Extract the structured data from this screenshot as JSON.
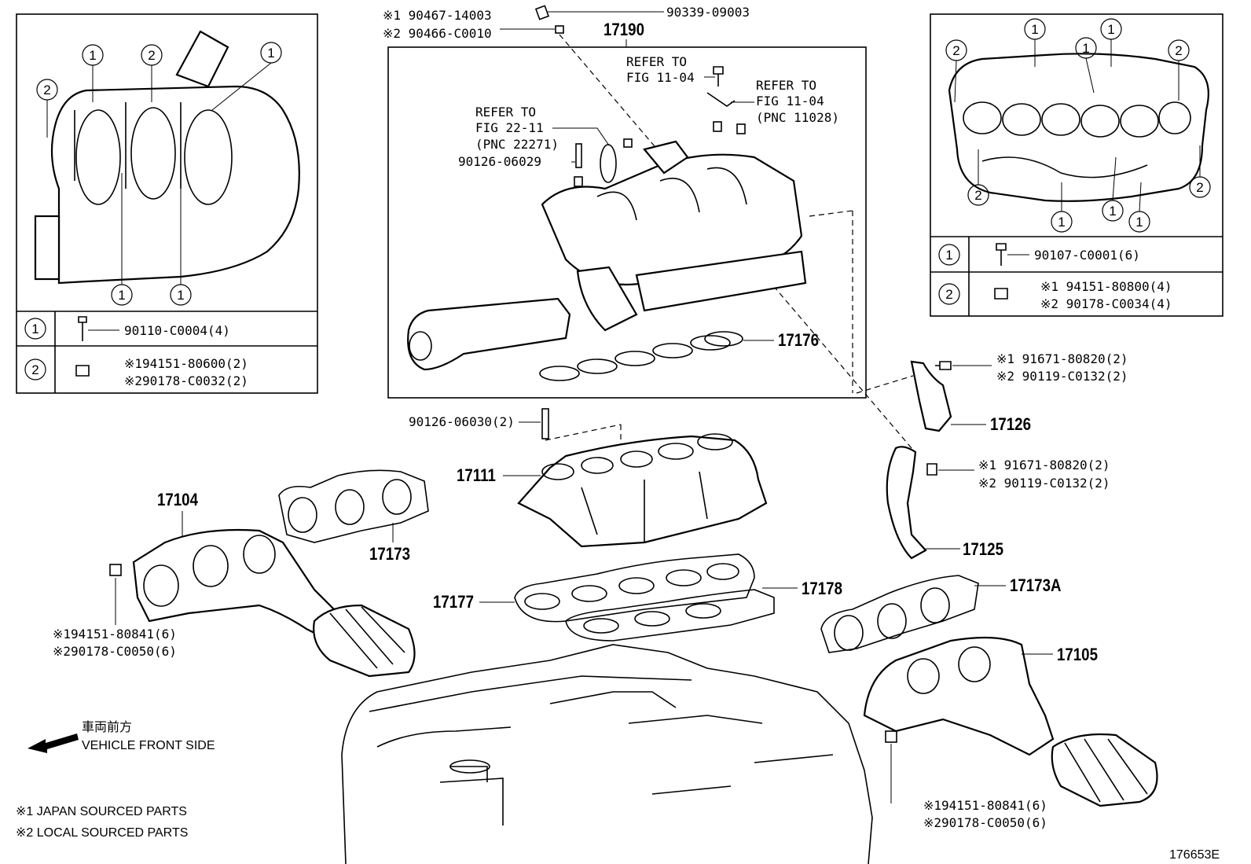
{
  "diagram_id": "176653E",
  "direction": {
    "jp": "車両前方",
    "en": "VEHICLE FRONT SIDE"
  },
  "notes": [
    "※1 JAPAN SOURCED PARTS",
    "※2 LOCAL SOURCED PARTS"
  ],
  "center_box": {
    "title": "17190",
    "refs": {
      "a_line1": "REFER TO",
      "a_line2": "FIG 11-04",
      "b_line1": "REFER TO",
      "b_line2": "FIG 11-04",
      "b_line3": "(PNC 11028)",
      "c_line1": "REFER TO",
      "c_line2": "FIG 22-11",
      "c_line3": "(PNC 22271)"
    },
    "part_90126_06029": "90126-06029",
    "part_17176": "17176"
  },
  "top_parts": {
    "p1": "※1 90467-14003",
    "p2": "※2 90466-C0010",
    "p3": "90339-09003"
  },
  "left_box": {
    "markers": [
      "1",
      "2"
    ],
    "rows": [
      {
        "no": "1",
        "text1": "90110-C0004(4)",
        "text2": ""
      },
      {
        "no": "2",
        "text1": "※194151-80600(2)",
        "text2": "※290178-C0032(2)"
      }
    ]
  },
  "right_box": {
    "rows": [
      {
        "no": "1",
        "text1": "90107-C0001(6)",
        "text2": ""
      },
      {
        "no": "2",
        "text1": "※1 94151-80800(4)",
        "text2": "※2 90178-C0034(4)"
      }
    ]
  },
  "callouts": {
    "p17126_a": "※1 91671-80820(2)",
    "p17126_b": "※2 90119-C0132(2)",
    "p17126": "17126",
    "p17125_a": "※1 91671-80820(2)",
    "p17125_b": "※2 90119-C0132(2)",
    "p17125": "17125",
    "p90126_06030": "90126-06030(2)",
    "p17111": "17111",
    "p17104": "17104",
    "p17173": "17173",
    "p17177": "17177",
    "p17178": "17178",
    "p17173A": "17173A",
    "p17105": "17105",
    "nut_left_a": "※194151-80841(6)",
    "nut_left_b": "※290178-C0050(6)",
    "nut_right_a": "※194151-80841(6)",
    "nut_right_b": "※290178-C0050(6)"
  }
}
